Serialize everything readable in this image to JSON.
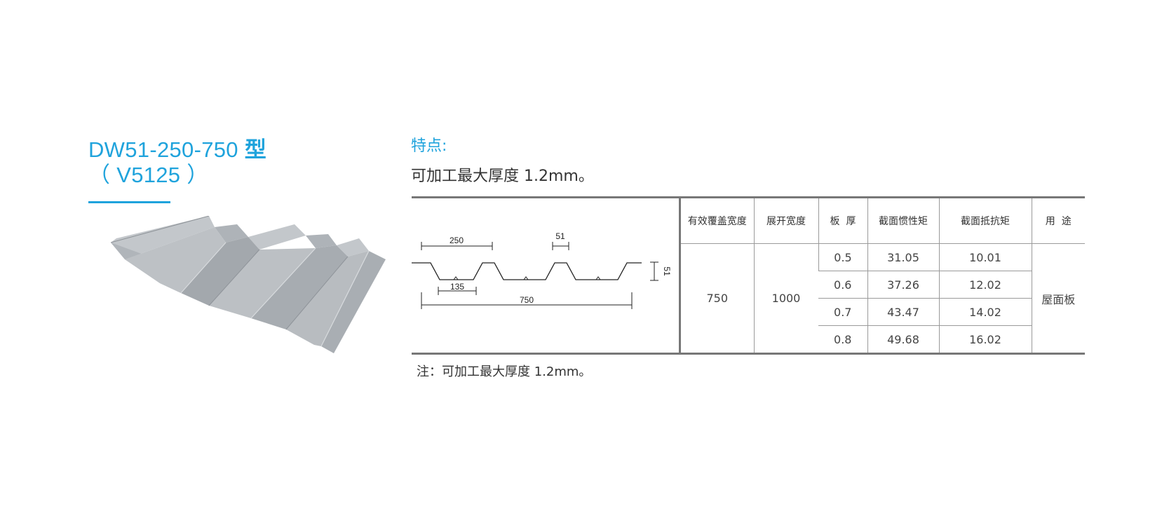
{
  "product": {
    "title_line1_prefix": "DW51-250-750 ",
    "title_line1_suffix": "型",
    "title_line2": "（ V5125 ）",
    "image_icon": "corrugated-steel-sheet"
  },
  "features": {
    "label": "特点:",
    "text": "可加工最大厚度 1.2mm。"
  },
  "profile": {
    "dim_pitch": "250",
    "dim_rib_top": "51",
    "dim_valley": "135",
    "dim_cover": "750",
    "dim_height": "51"
  },
  "table": {
    "headers": [
      "有效覆盖宽度",
      "展开宽度",
      "板  厚",
      "截面惯性矩",
      "截面抵抗矩",
      "用  途"
    ],
    "cover_width": "750",
    "unfold_width": "1000",
    "rows": [
      {
        "thickness": "0.5",
        "inertia": "31.05",
        "resistance": "10.01"
      },
      {
        "thickness": "0.6",
        "inertia": "37.26",
        "resistance": "12.02"
      },
      {
        "thickness": "0.7",
        "inertia": "43.47",
        "resistance": "14.02"
      },
      {
        "thickness": "0.8",
        "inertia": "49.68",
        "resistance": "16.02"
      }
    ],
    "usage": "屋面板"
  },
  "note": "注：可加工最大厚度 1.2mm。",
  "colors": {
    "accent": "#1fa3dc",
    "rule": "#777777",
    "sheet": "#b4b9be"
  }
}
